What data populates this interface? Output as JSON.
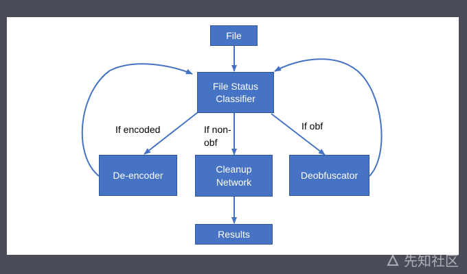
{
  "colors": {
    "node_fill": "#4673c3",
    "node_border": "#2f5597",
    "edge": "#4472c4",
    "background": "#ffffff",
    "frame": "#4a4c5a"
  },
  "nodes": {
    "file": "File",
    "classifier": "File Status\nClassifier",
    "deencoder": "De-encoder",
    "cleanup": "Cleanup\nNetwork",
    "deobfuscator": "Deobfuscator",
    "results": "Results"
  },
  "edges": {
    "if_encoded": "If encoded",
    "if_non_obf": "If non-\nobf",
    "if_obf": "If obf"
  },
  "watermark": {
    "text": "先知社区",
    "icon": "watermark-logo-icon"
  }
}
